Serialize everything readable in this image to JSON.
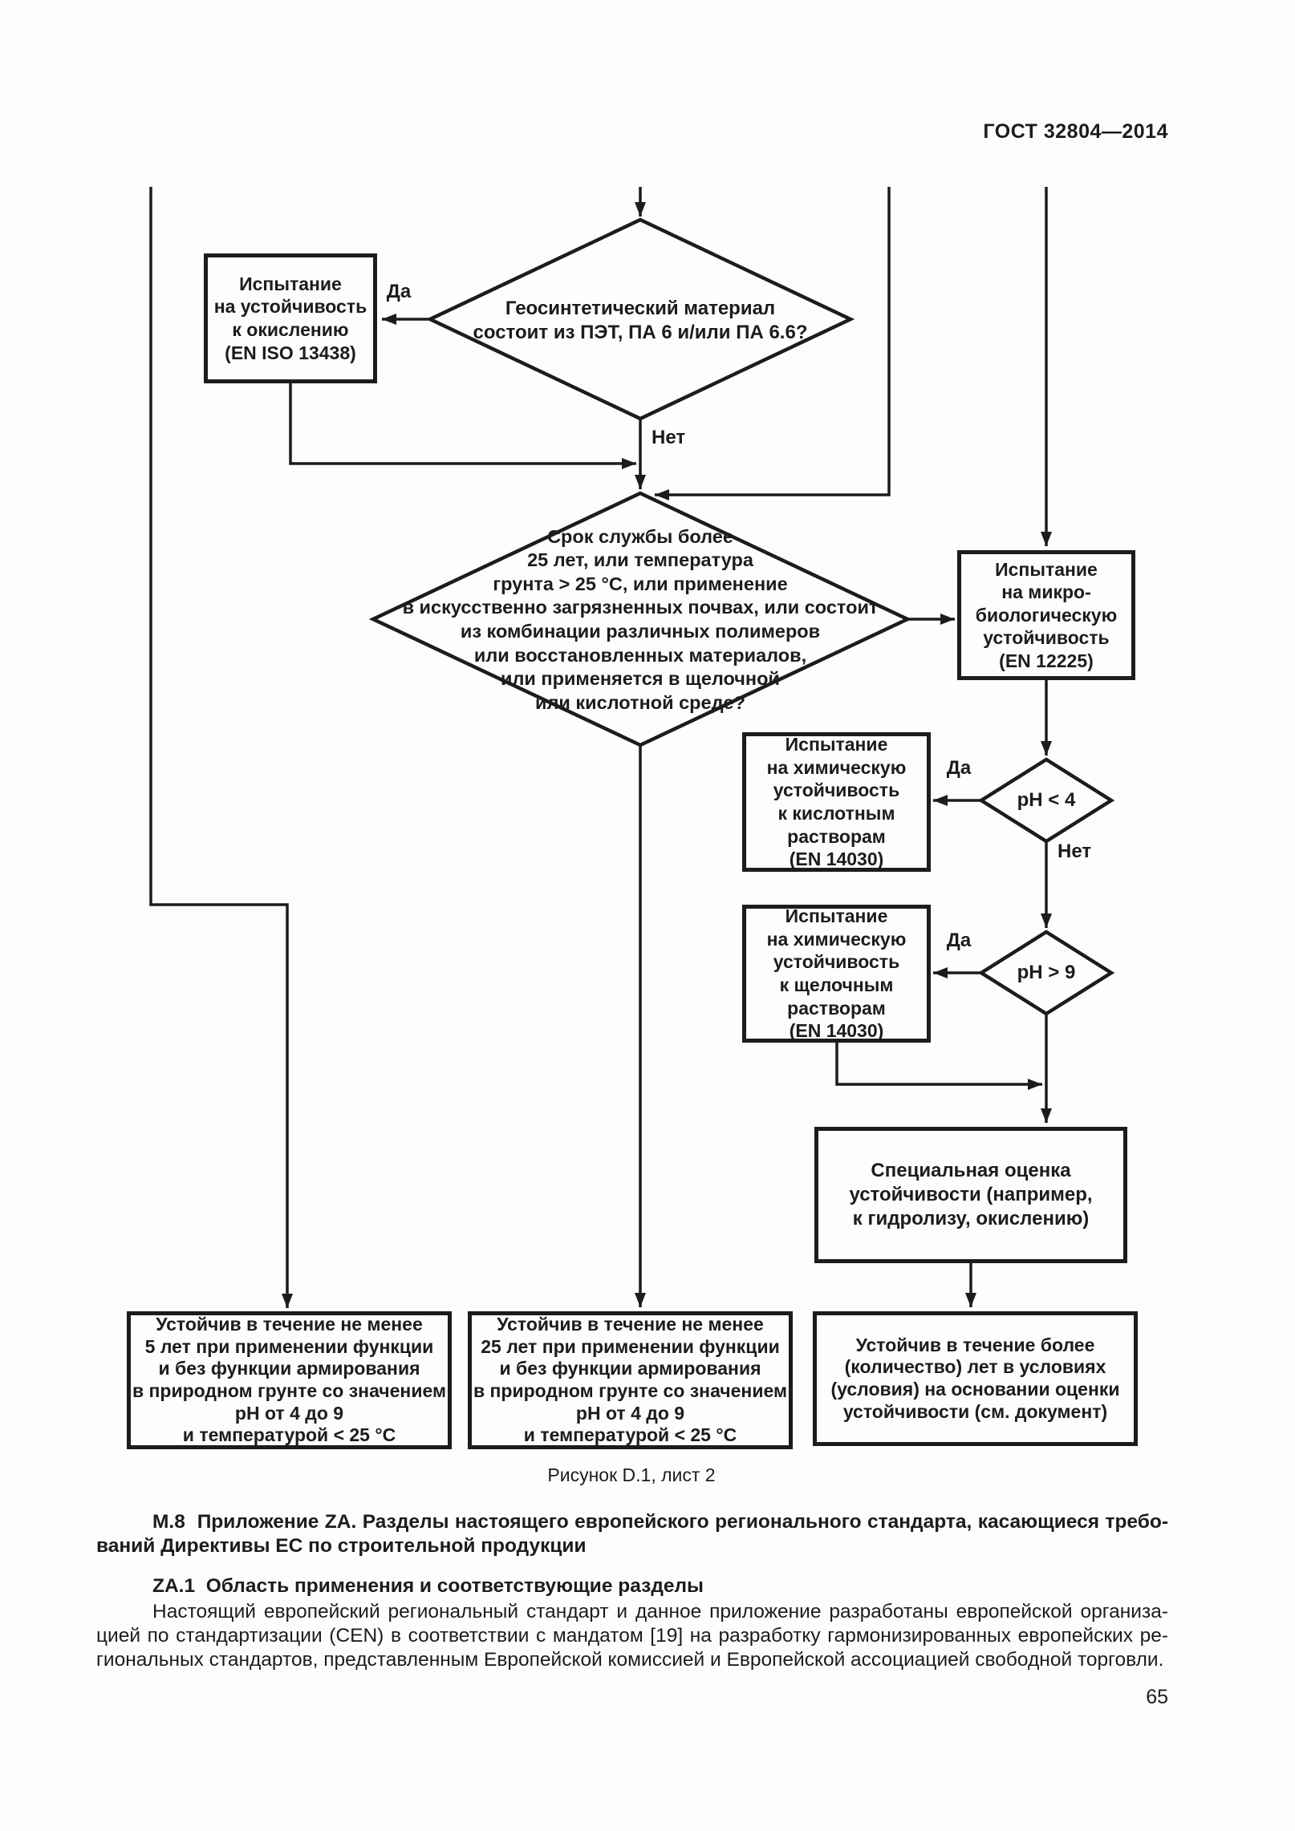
{
  "colors": {
    "ink": "#1c1c1c",
    "paper": "#fdfdfd"
  },
  "header": {
    "title": "ГОСТ 32804—2014"
  },
  "flowchart": {
    "diamond_material": {
      "text": "Геосинтетический материал\nсостоит из ПЭТ, ПА 6 и/или ПА 6.6?"
    },
    "box_oxidation": {
      "text": "Испытание\nна устойчивость\nк окислению\n(EN ISO 13438)"
    },
    "diamond_service_life": {
      "text": "Срок службы более\n25 лет, или температура\nгрунта > 25 °С, или применение\nв искусственно загрязненных почвах, или состоит\nиз комбинации различных полимеров\nили восстановленных материалов,\nили применяется в щелочной\nили кислотной среде?"
    },
    "box_microbiological": {
      "text": "Испытание\nна микро-\nбиологическую\nустойчивость\n(EN 12225)"
    },
    "diamond_ph_acid": {
      "text": "pH < 4"
    },
    "box_acid": {
      "text": "Испытание\nна химическую\nустойчивость\nк кислотным\nрастворам\n(EN 14030)"
    },
    "diamond_ph_alkaline": {
      "text": "pH > 9"
    },
    "box_alkaline": {
      "text": "Испытание\nна химическую\nустойчивость\nк щелочным\nрастворам\n(EN 14030)"
    },
    "box_special": {
      "text": "Специальная оценка\nустойчивости (например,\nк гидролизу, окислению)"
    },
    "box_result_5y": {
      "text": "Устойчив в течение не менее\n5 лет при применении функции\nи без функции армирования\nв природном грунте со значением\npH от 4 до 9\nи температурой < 25 °С"
    },
    "box_result_25y": {
      "text": "Устойчив в течение не менее\n25 лет при применении функции\nи без функции армирования\nв природном грунте со значением\npH от 4 до 9\nи температурой < 25 °С"
    },
    "box_result_more": {
      "text": "Устойчив в течение более\n(количество) лет в условиях\n(условия) на основании оценки\nустойчивости (см. документ)"
    },
    "labels": {
      "yes_material": "Да",
      "no_material": "Нет",
      "yes_acid": "Да",
      "no_acid": "Нет",
      "yes_alkaline": "Да"
    },
    "caption": "Рисунок D.1, лист 2"
  },
  "sections": {
    "m8": {
      "line1": "М.8  Приложение ZA. Разделы настоящего европейского регионального стандарта, касающиеся требо-",
      "line2": "ваний Директивы ЕС по строительной продукции"
    },
    "za1_heading": "ZA.1  Область применения и соответствующие разделы",
    "body": {
      "line1": "Настоящий европейский региональный стандарт и данное приложение разработаны европейской организа-",
      "line2": "цией по стандартизации (CEN) в соответствии с мандатом [19] на разработку гармонизированных европейских ре-",
      "line3": "гиональных стандартов, представленным Европейской комиссией и Европейской ассоциацией свободной торговли."
    }
  },
  "footer": {
    "page_number": "65"
  }
}
